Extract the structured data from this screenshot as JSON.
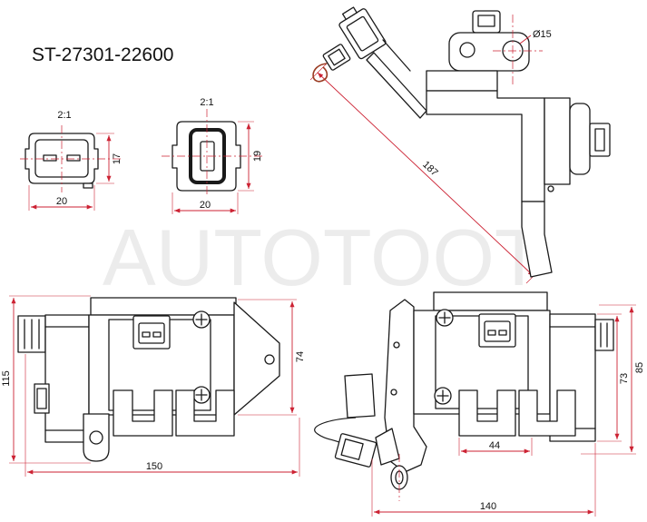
{
  "title": "ST-27301-22600",
  "watermark": "AUTOTOOT",
  "connector_views": [
    {
      "scale": "2:1",
      "height": "17",
      "width": "20"
    },
    {
      "scale": "2:1",
      "height": "19",
      "width": "20"
    }
  ],
  "isometric_view": {
    "hole_diameter": "Ø15",
    "length": "187"
  },
  "side_view_left": {
    "height_total": "115",
    "height_body": "74",
    "length": "150"
  },
  "side_view_right": {
    "leg_width": "44",
    "height_body": "73",
    "height_total": "85",
    "length": "140"
  },
  "colors": {
    "line": "#1a1a1a",
    "dimension": "#cc2233",
    "watermark": "#ececec",
    "wire": "#9a3b22"
  }
}
